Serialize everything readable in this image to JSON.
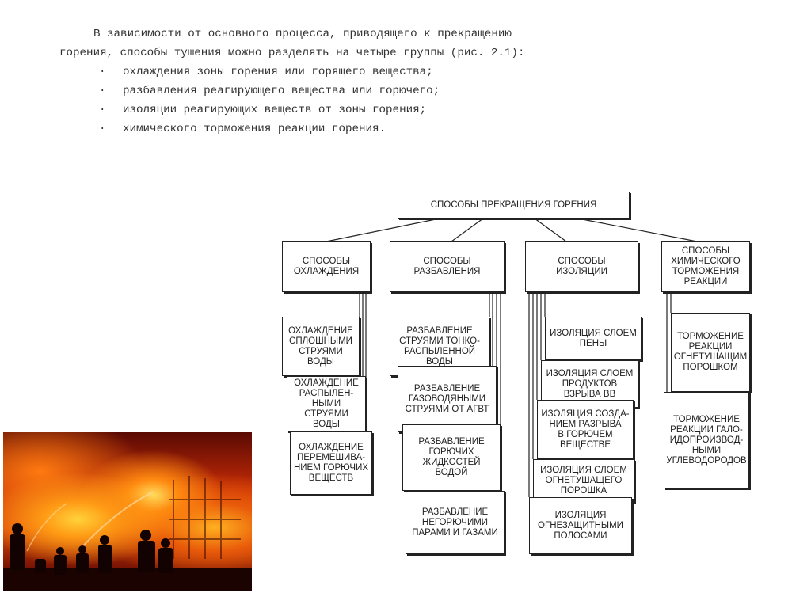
{
  "intro": {
    "line1": "В зависимости от основного процесса, приводящего к прекращению",
    "line2": "горения, способы тушения можно разделять на четыре группы (рис. 2.1):",
    "bullet_char": "·",
    "bullets": [
      "охлаждения зоны горения или горящего вещества;",
      "разбавления реагирующего вещества или горючего;",
      "изоляции реагирующих веществ от зоны горения;",
      "химического торможения реакции горения."
    ]
  },
  "diagram": {
    "root": "СПОСОБЫ ПРЕКРАЩЕНИЯ ГОРЕНИЯ",
    "groups": [
      {
        "title": "СПОСОБЫ\nОХЛАЖДЕНИЯ",
        "items": [
          "ОХЛАЖДЕНИЕ\nСПЛОШНЫМИ\nСТРУЯМИ\nВОДЫ",
          "ОХЛАЖДЕНИЕ\nРАСПЫЛЕН-\nНЫМИ СТРУЯМИ\nВОДЫ",
          "ОХЛАЖДЕНИЕ\nПЕРЕМЕШИВА-\nНИЕМ ГОРЮЧИХ\nВЕЩЕСТВ"
        ]
      },
      {
        "title": "СПОСОБЫ\nРАЗБАВЛЕНИЯ",
        "items": [
          "РАЗБАВЛЕНИЕ\nСТРУЯМИ ТОНКО-\nРАСПЫЛЕННОЙ\nВОДЫ",
          "РАЗБАВЛЕНИЕ\nГАЗОВОДЯНЫМИ\nСТРУЯМИ ОТ АГВТ",
          "РАЗБАВЛЕНИЕ\nГОРЮЧИХ\nЖИДКОСТЕЙ\nВОДОЙ",
          "РАЗБАВЛЕНИЕ\nНЕГОРЮЧИМИ\nПАРАМИ И ГАЗАМИ"
        ]
      },
      {
        "title": "СПОСОБЫ\nИЗОЛЯЦИИ",
        "items": [
          "ИЗОЛЯЦИЯ СЛОЕМ\nПЕНЫ",
          "ИЗОЛЯЦИЯ  СЛОЕМ\nПРОДУКТОВ\nВЗРЫВА ВВ",
          "ИЗОЛЯЦИЯ СОЗДА-\nНИЕМ РАЗРЫВА\nВ ГОРЮЧЕМ\nВЕЩЕСТВЕ",
          "ИЗОЛЯЦИЯ СЛОЕМ\nОГНЕТУШАЩЕГО\nПОРОШКА",
          "ИЗОЛЯЦИЯ\nОГНЕЗАЩИТНЫМИ\nПОЛОСАМИ"
        ]
      },
      {
        "title": "СПОСОБЫ\nХИМИЧЕСКОГО\nТОРМОЖЕНИЯ\nРЕАКЦИИ",
        "items": [
          "ТОРМОЖЕНИЕ\nРЕАКЦИИ\nОГНЕТУШАЩИМ\nПОРОШКОМ",
          "ТОРМОЖЕНИЕ\nРЕАКЦИИ ГАЛО-\nИДОПРОИЗВОД-\nНЫМИ\nУГЛЕВОДОРОДОВ"
        ]
      }
    ]
  },
  "photo": {
    "subject": "fire scene with firefighters"
  }
}
